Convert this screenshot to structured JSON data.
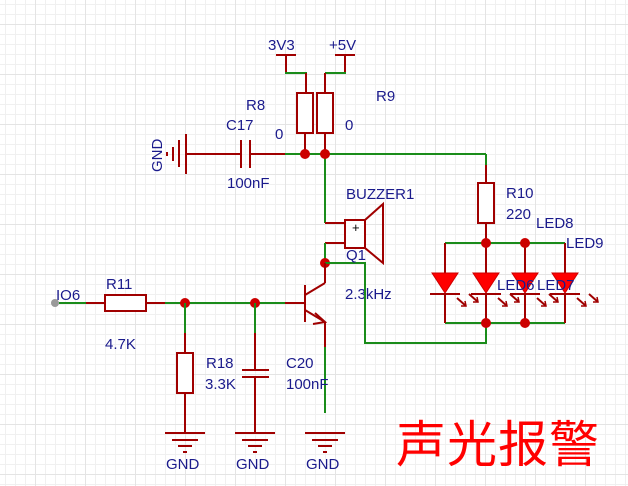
{
  "title": "声光报警",
  "colors": {
    "wire": "#1a8c1a",
    "component": "#a00000",
    "label": "#1a1a8c",
    "junction": "#cc0000",
    "title": "#ff0000"
  },
  "power": {
    "v33": "3V3",
    "v5": "+5V"
  },
  "components": {
    "r8": {
      "ref": "R8",
      "value": "0"
    },
    "r9": {
      "ref": "R9",
      "value": "0"
    },
    "c17": {
      "ref": "C17",
      "value": "100nF"
    },
    "buzzer": {
      "ref": "BUZZER1",
      "value": "2.3kHz",
      "pin_plus": "+"
    },
    "q1": {
      "ref": "Q1"
    },
    "r10": {
      "ref": "R10",
      "value": "220"
    },
    "r11": {
      "ref": "R11",
      "value": "4.7K"
    },
    "r18": {
      "ref": "R18",
      "value": "3.3K"
    },
    "c20": {
      "ref": "C20",
      "value": "100nF"
    },
    "leds": [
      "LED6",
      "LED7",
      "LED8",
      "LED9"
    ]
  },
  "labels": {
    "led6_overlap": "LED6",
    "led7_overlap": "LED7",
    "net_io6": "IO6",
    "gnd": "GND"
  }
}
